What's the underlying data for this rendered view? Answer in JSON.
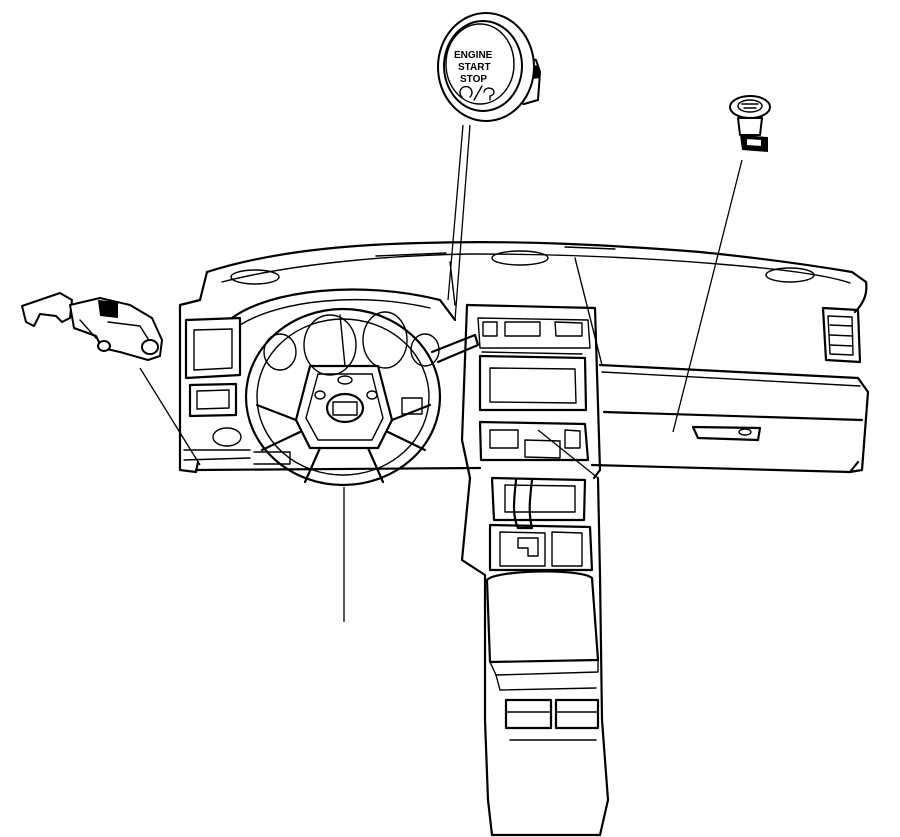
{
  "diagram": {
    "background": "#ffffff",
    "line_color": "#000000",
    "components": [
      {
        "id": "engine-start-stop-button",
        "icon": "push-button-icon"
      },
      {
        "id": "passenger-airbag-switch",
        "icon": "switch-icon"
      },
      {
        "id": "headlamp-switch-bracket",
        "icon": "bracket-icon"
      },
      {
        "id": "steering-wheel",
        "icon": "wheel-icon"
      },
      {
        "id": "instrument-panel",
        "icon": "dashboard-icon"
      },
      {
        "id": "center-console",
        "icon": "console-icon"
      }
    ]
  },
  "start_button": {
    "line1": "ENGINE",
    "line2": "START",
    "line3": "STOP"
  }
}
